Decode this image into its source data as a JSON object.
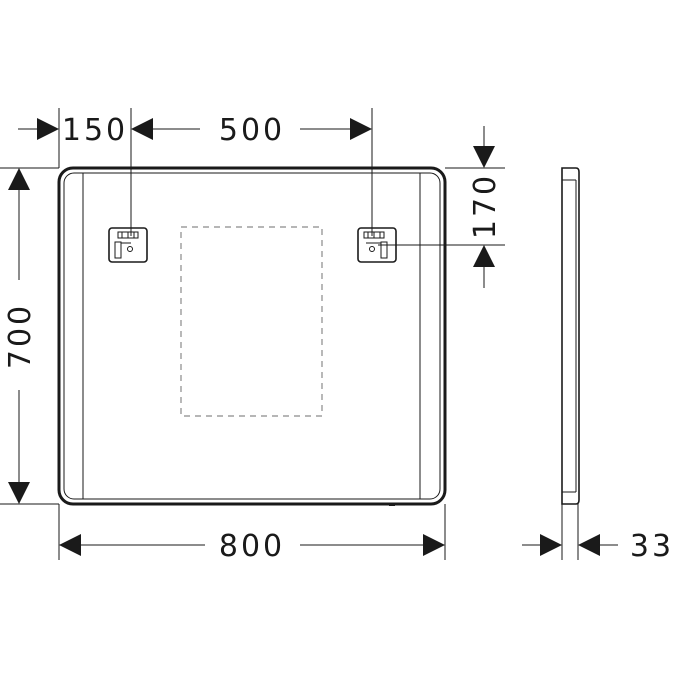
{
  "dimensions": {
    "left_offset": "150",
    "bracket_spacing": "500",
    "bracket_drop": "170",
    "height": "700",
    "width": "800",
    "depth": "33"
  },
  "colors": {
    "line": "#1a1a1a",
    "dashed_outline": "#8a8a8a",
    "background": "#ffffff"
  }
}
